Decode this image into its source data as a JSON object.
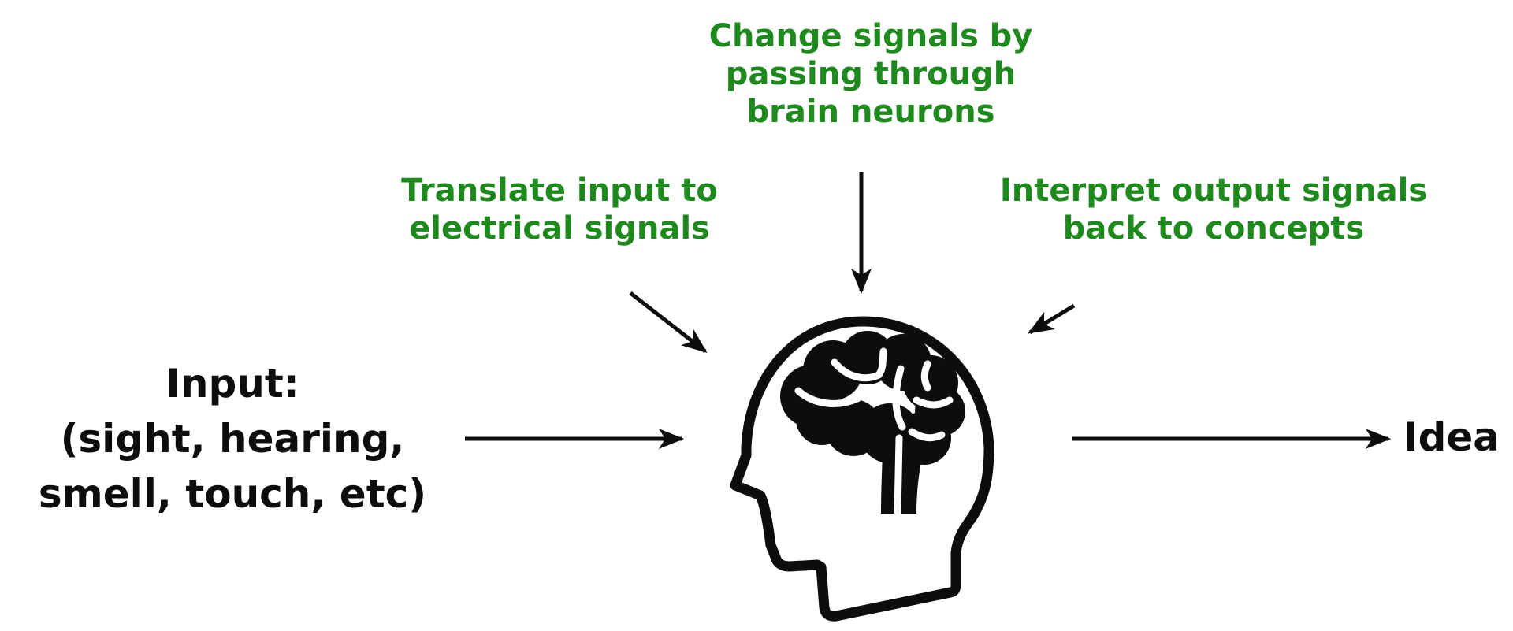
{
  "colors": {
    "annotation_green": "#1e8a1e",
    "ink_black": "#0d0d0d",
    "background": "#ffffff"
  },
  "labels": {
    "process_top": {
      "lines": [
        "Change signals by",
        "passing through",
        "brain neurons"
      ]
    },
    "process_left": {
      "lines": [
        "Translate input to",
        "electrical signals"
      ]
    },
    "process_right": {
      "lines": [
        "Interpret output signals",
        "back to concepts"
      ]
    },
    "input": {
      "lines": [
        "Input:",
        "(sight, hearing,",
        "smell, touch, etc)"
      ]
    },
    "output": {
      "text": "Idea"
    }
  },
  "icon": {
    "center": "head-with-brain"
  },
  "arrows": [
    {
      "name": "input-to-brain",
      "from": "input-label",
      "to": "head-icon",
      "direction": "right"
    },
    {
      "name": "brain-to-idea",
      "from": "head-icon",
      "to": "idea-label",
      "direction": "right"
    },
    {
      "name": "translate-input",
      "from": "process-left-label",
      "to": "head-icon",
      "direction": "down-right"
    },
    {
      "name": "change-signals",
      "from": "process-top-label",
      "to": "head-icon",
      "direction": "down"
    },
    {
      "name": "interpret-output",
      "from": "process-right-label",
      "to": "head-icon",
      "direction": "down-left"
    }
  ]
}
